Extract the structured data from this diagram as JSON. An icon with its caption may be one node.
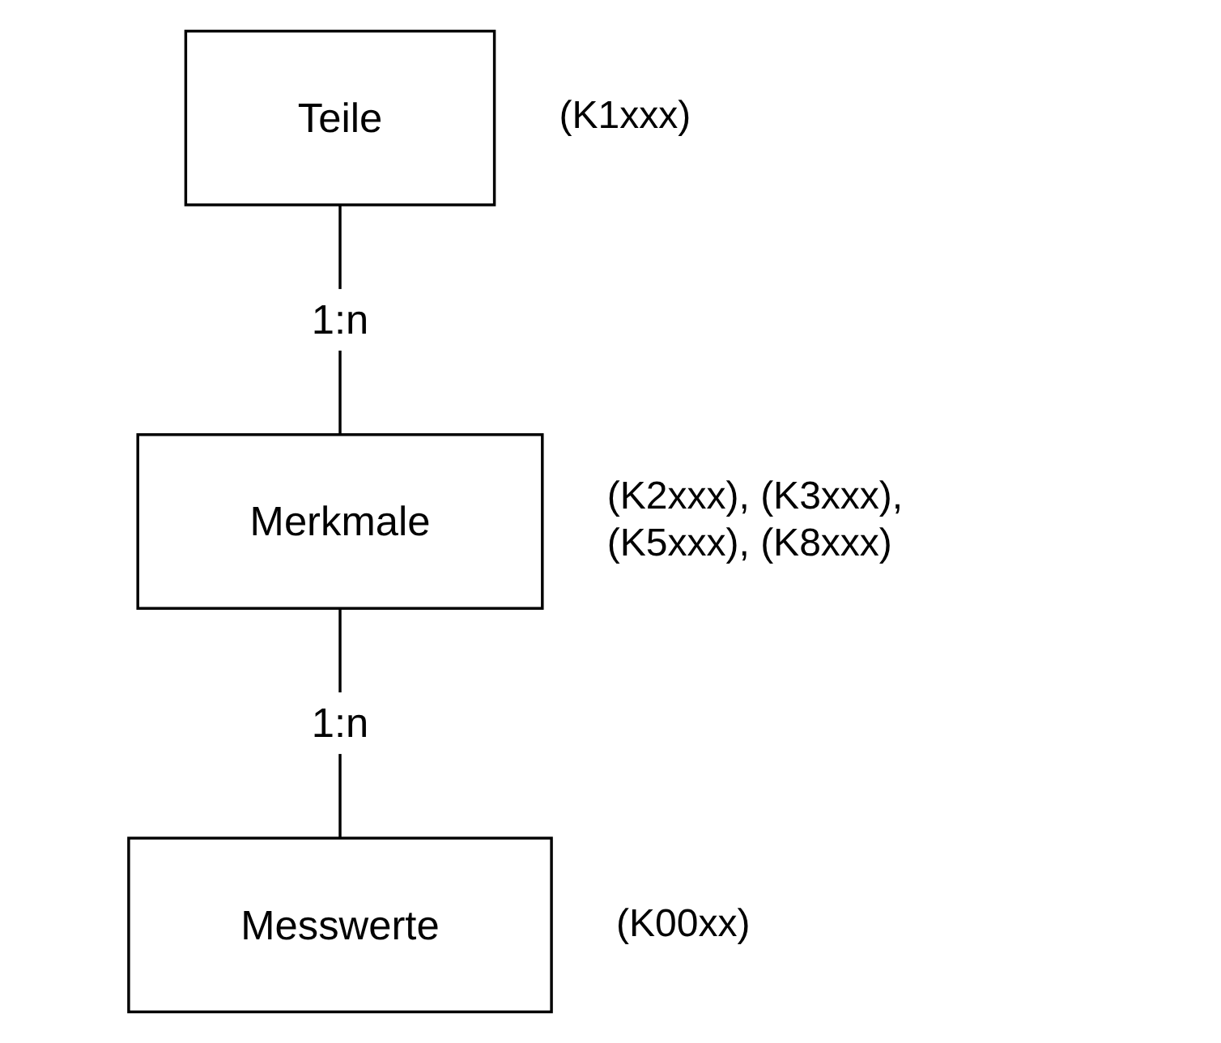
{
  "diagram": {
    "nodes": [
      {
        "text": [
          "Teile"
        ],
        "beside": [
          "(K1xxx)"
        ]
      },
      {
        "text": [
          "Merkmale"
        ],
        "beside": [
          "(K2xxx), (K3xxx), (K5xxx), (K8xxx)"
        ]
      },
      {
        "text": [
          "Messwerte"
        ],
        "beside": [
          "(K00xx)"
        ]
      }
    ],
    "edges": [
      {
        "from": 0,
        "to": 1,
        "arrow": "none",
        "label": "1:n"
      },
      {
        "from": 1,
        "to": 2,
        "arrow": "none",
        "label": "1:n"
      }
    ]
  }
}
